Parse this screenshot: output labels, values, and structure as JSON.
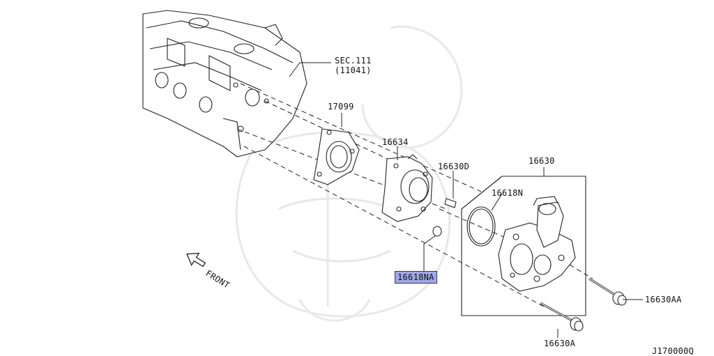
{
  "diagram": {
    "callouts": {
      "sec_ref": "SEC.111",
      "sec_ref_sub": "(11041)",
      "gasket": "17099",
      "adapter": "16634",
      "dowel": "16630D",
      "pump_assy": "16630",
      "o_ring": "16618N",
      "o_ring_small": "16618NA",
      "bolt_right": "16630AA",
      "bolt_bottom": "16630A"
    },
    "front_label": "FRONT",
    "diagram_code": "J170000Q",
    "highlighted_part": "16618NA",
    "highlight_color": "#9fa8e6",
    "line_color": "#222222"
  }
}
